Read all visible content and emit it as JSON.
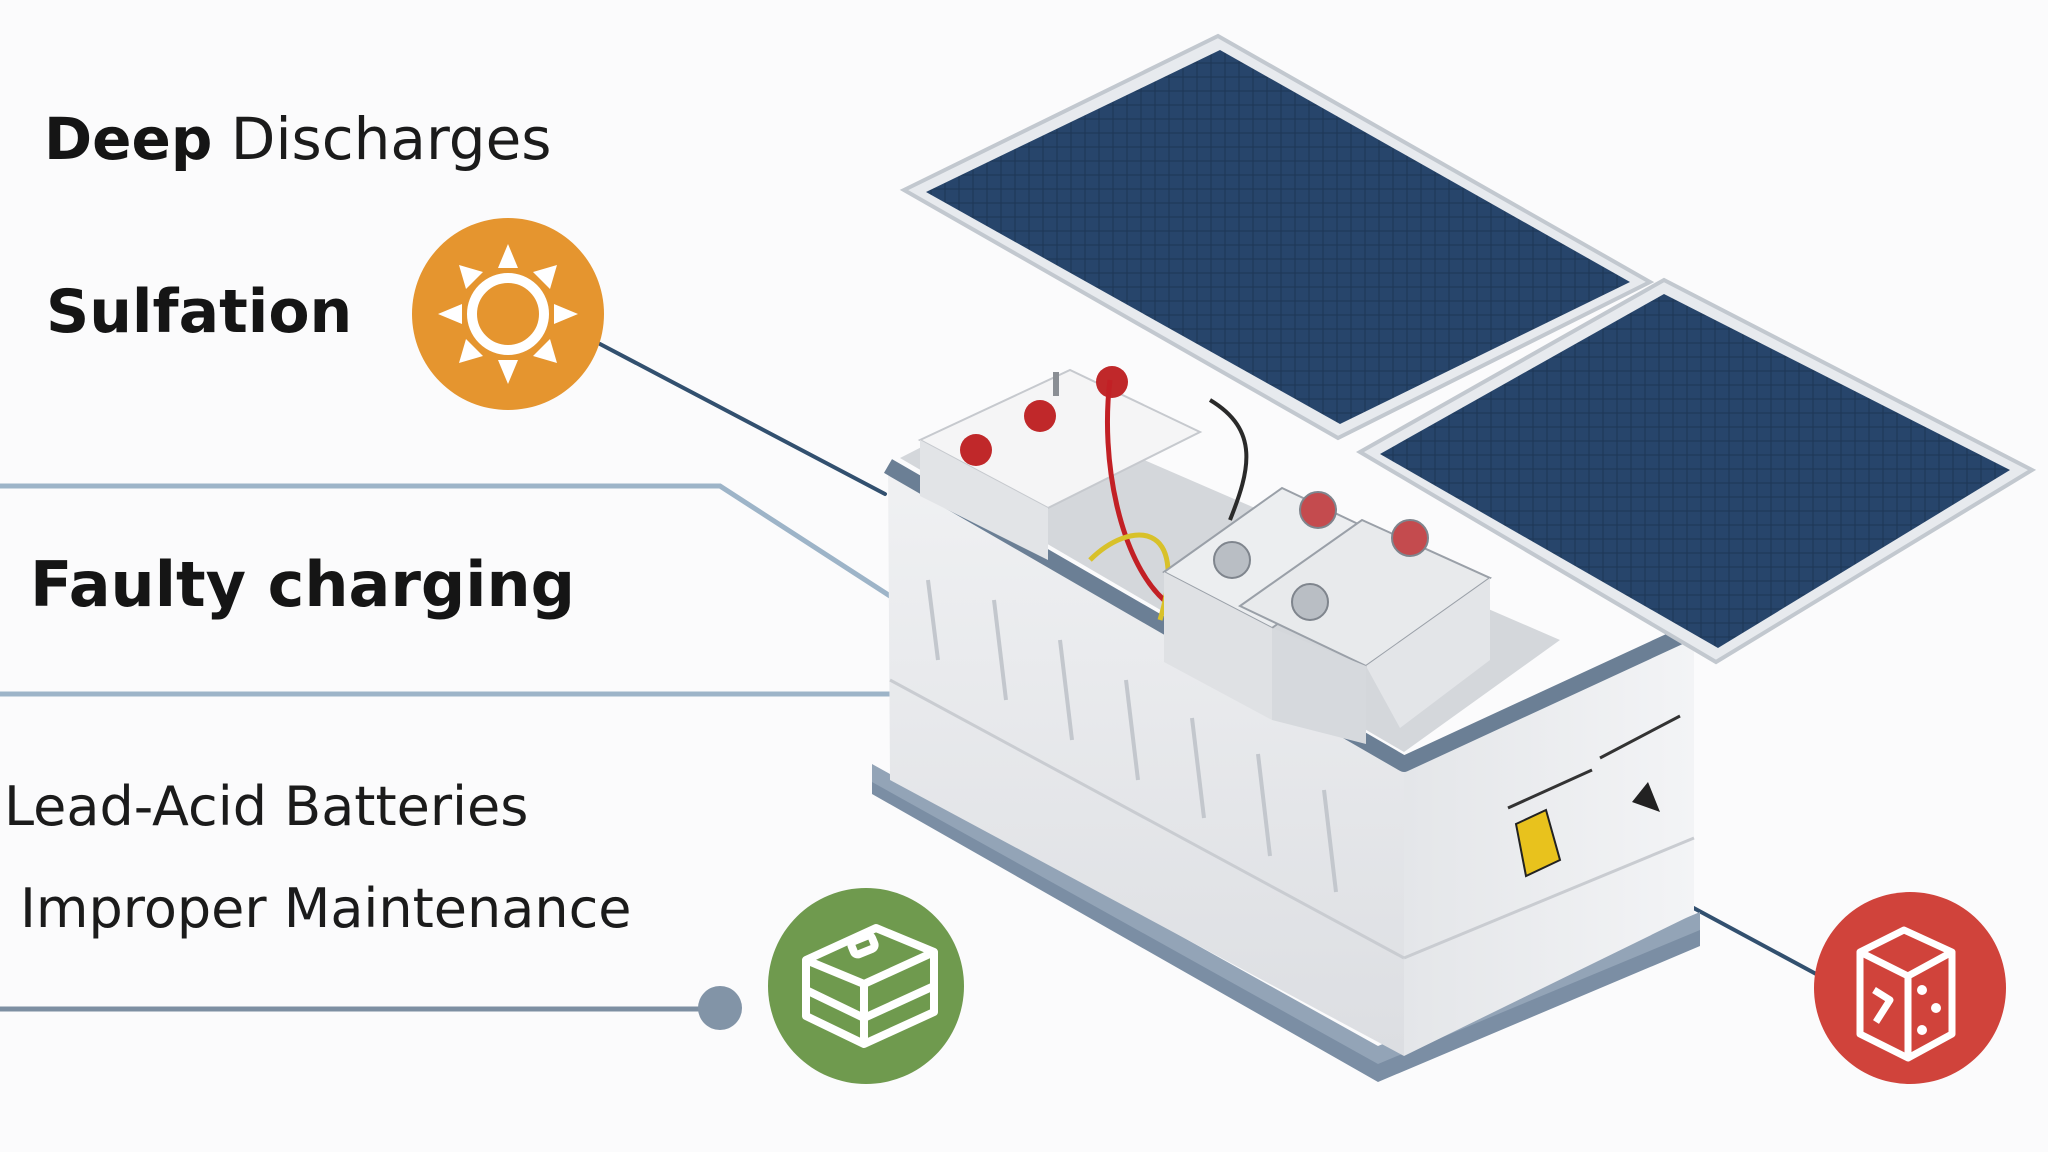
{
  "labels": {
    "deep_bold": "Deep",
    "deep_rest": "Discharges",
    "sulfation": "Sulfation",
    "faulty_charging": "Faulty charging",
    "lead_acid": "Lead-Acid Batteries",
    "improper_maintenance": "Improper Maintenance"
  },
  "icons": {
    "sun": "sun-icon",
    "stack": "stacked-batteries-icon",
    "cube": "battery-cube-icon"
  },
  "colors": {
    "orange": "#e5952f",
    "green": "#6f9a4e",
    "red": "#d0433b",
    "panel": "#27456b",
    "line_dark": "#32506f",
    "line_light": "#9db4c8",
    "box": "#e9eaec",
    "rim": "#6b7f95"
  }
}
